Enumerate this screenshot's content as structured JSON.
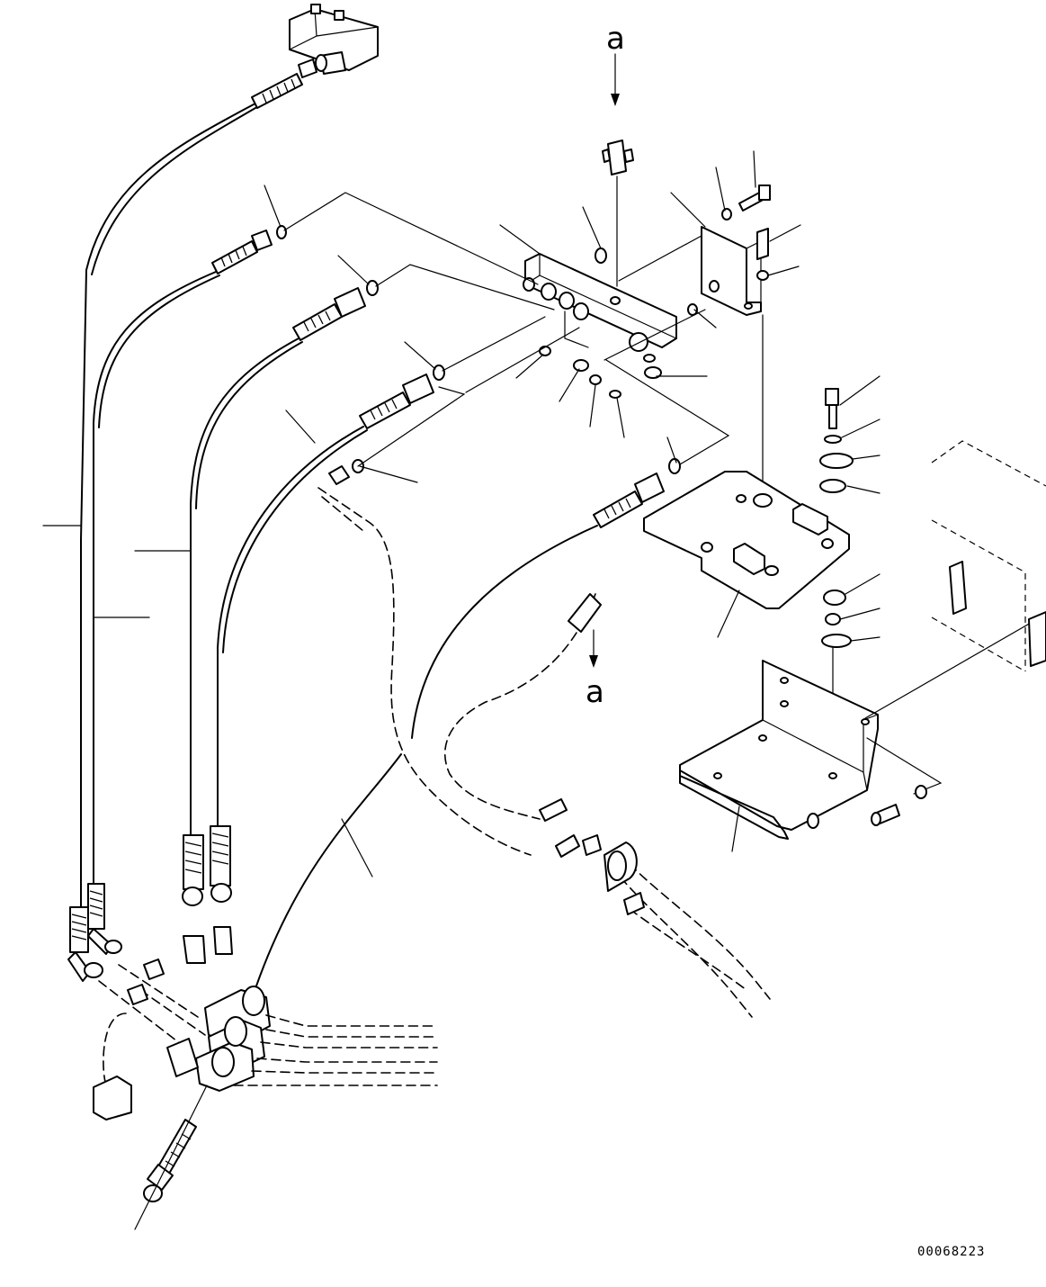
{
  "diagram": {
    "connection_marker_top": "a",
    "connection_marker_bottom": "a",
    "drawing_number": "00068223"
  },
  "colors": {
    "line": "#000000",
    "background": "#ffffff"
  }
}
